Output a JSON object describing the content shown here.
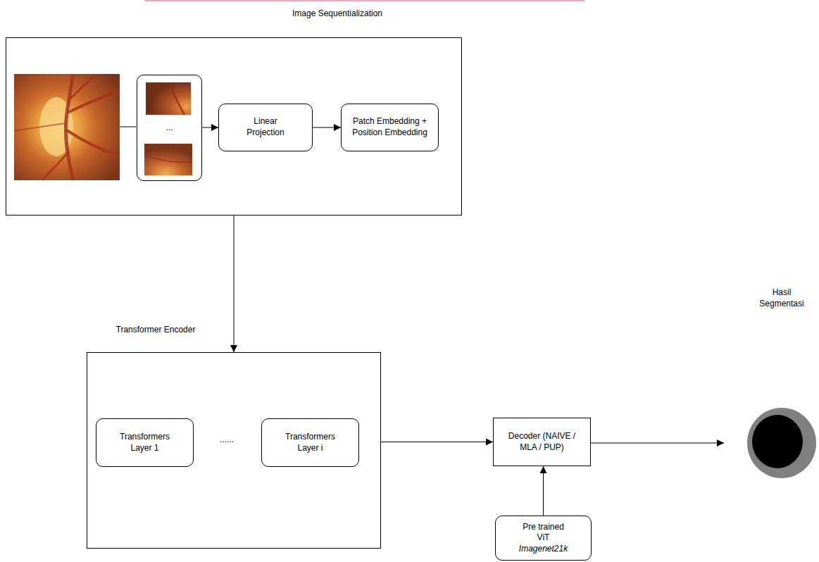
{
  "diagram": {
    "nodes": [
      {
        "text": [
          "Image Sequentialization"
        ]
      },
      {
        "text": [
          "..."
        ],
        "in": 0
      },
      {
        "text": [
          "Linear Projection"
        ],
        "in": 0
      },
      {
        "text": [
          "Patch Embedding + Position Embedding"
        ],
        "in": 0
      },
      {
        "text": [
          "Transformer Encoder"
        ]
      },
      {
        "text": [
          "Transformers Layer 1"
        ],
        "in": 4
      },
      {
        "text": [
          "Transformers Layer i"
        ],
        "in": 4
      },
      {
        "text": [
          "Decoder (NAIVE / MLA / PUP)"
        ]
      },
      {
        "text": [
          "Pre trained ViT",
          "Imagenet21k"
        ]
      },
      {
        "text": [
          "Hasil Segmentasi"
        ]
      }
    ],
    "edges": [
      {
        "from": 1,
        "to": 2,
        "arrow": "to"
      },
      {
        "from": 2,
        "to": 3,
        "arrow": "to"
      },
      {
        "from": 0,
        "to": 4,
        "arrow": "to"
      },
      {
        "from": 4,
        "to": 7,
        "arrow": "to"
      },
      {
        "from": 8,
        "to": 7,
        "arrow": "to"
      },
      {
        "from": 7,
        "to": 9,
        "arrow": "to"
      }
    ],
    "labels": [
      "......"
    ]
  }
}
